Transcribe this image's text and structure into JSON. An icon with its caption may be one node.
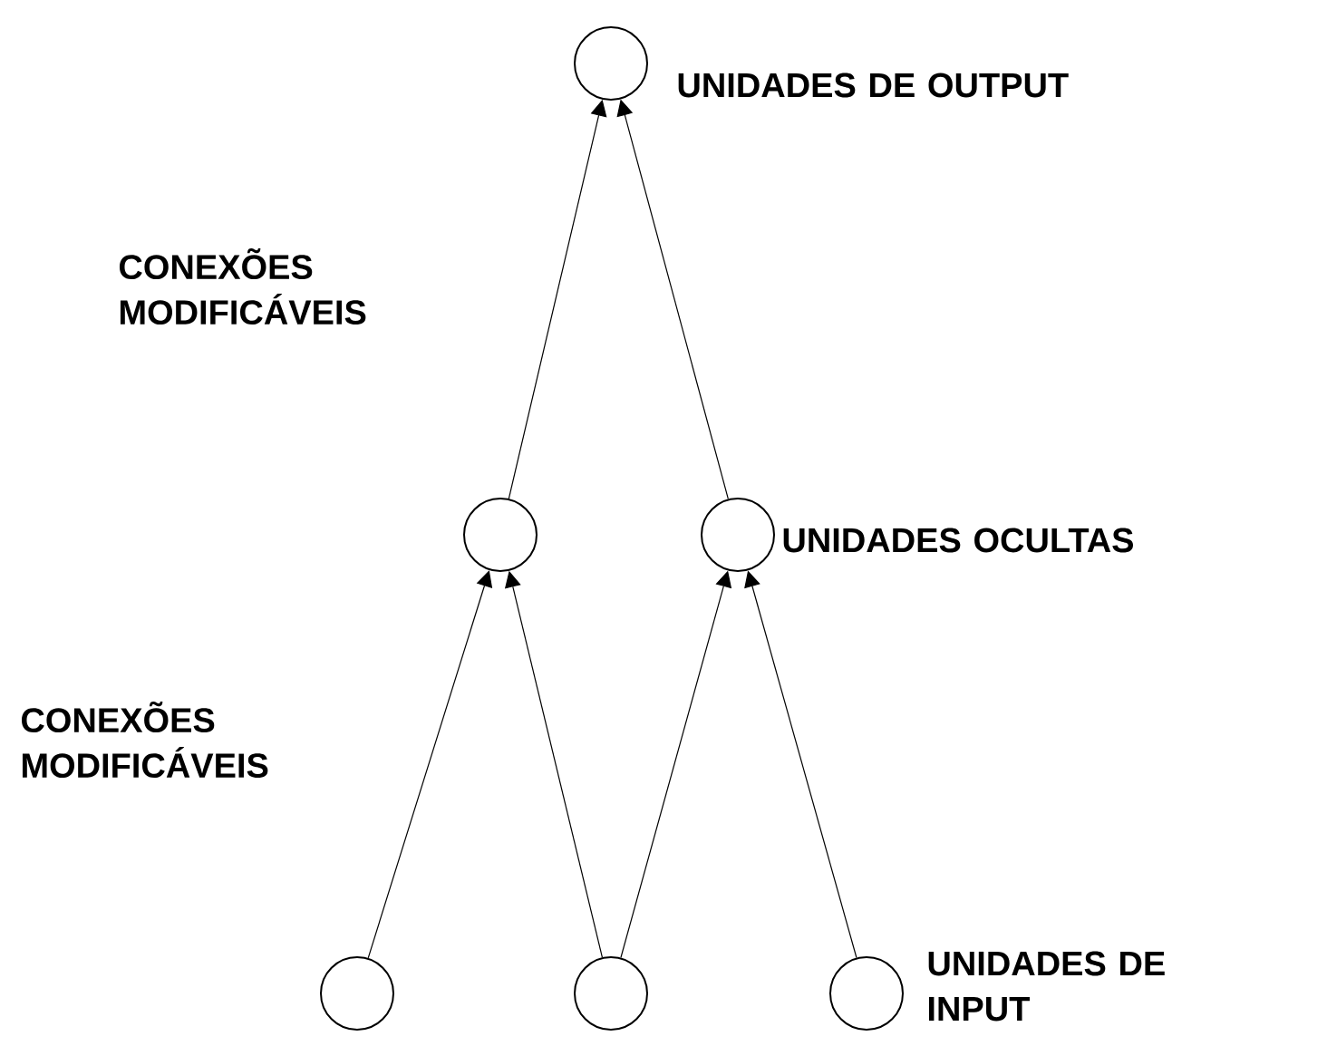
{
  "diagram": {
    "nodes": [
      {
        "text": [],
        "shape": "circle",
        "beside": [
          "UNIDADES DE OUTPUT"
        ]
      },
      {
        "text": [],
        "shape": "circle"
      },
      {
        "text": [],
        "shape": "circle",
        "beside": [
          "UNIDADES OCULTAS"
        ]
      },
      {
        "text": [],
        "shape": "circle"
      },
      {
        "text": [],
        "shape": "circle"
      },
      {
        "text": [],
        "shape": "circle",
        "beside": [
          "UNIDADES DE INPUT"
        ]
      }
    ],
    "edges": [
      {
        "from": 1,
        "to": 0,
        "arrow": "to"
      },
      {
        "from": 2,
        "to": 0,
        "arrow": "to"
      },
      {
        "from": 3,
        "to": 1,
        "arrow": "to"
      },
      {
        "from": 4,
        "to": 1,
        "arrow": "to"
      },
      {
        "from": 4,
        "to": 2,
        "arrow": "to"
      },
      {
        "from": 5,
        "to": 2,
        "arrow": "to"
      }
    ],
    "labels": [
      "CONEXÕES MODIFICÁVEIS",
      "CONEXÕES MODIFICÁVEIS"
    ]
  }
}
